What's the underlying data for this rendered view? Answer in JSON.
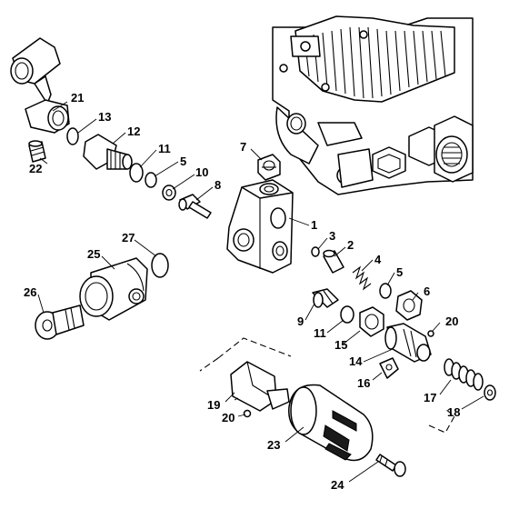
{
  "callouts": {
    "c1": "1",
    "c2": "2",
    "c3": "3",
    "c4": "4",
    "c5a": "5",
    "c5b": "5",
    "c6": "6",
    "c7": "7",
    "c8": "8",
    "c9": "9",
    "c10": "10",
    "c11a": "11",
    "c11b": "11",
    "c12": "12",
    "c13": "13",
    "c14": "14",
    "c15": "15",
    "c16": "16",
    "c17": "17",
    "c18": "18",
    "c19": "19",
    "c20a": "20",
    "c20b": "20",
    "c21": "21",
    "c22": "22",
    "c23": "23",
    "c24": "24",
    "c25": "25",
    "c26": "26",
    "c27": "27"
  }
}
